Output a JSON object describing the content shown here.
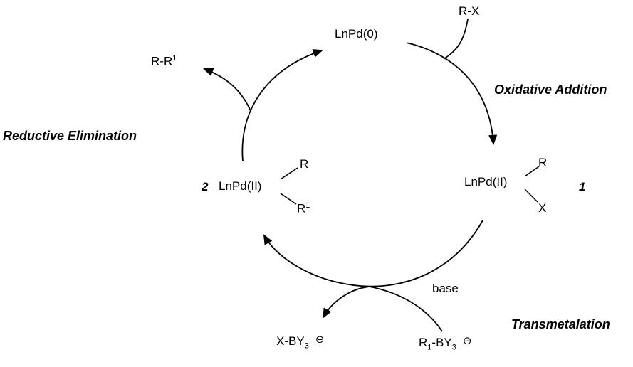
{
  "species": {
    "pd0": "LnPd(0)",
    "rx": "R-X",
    "product": {
      "base": "R-R",
      "sup": "1"
    },
    "int1": {
      "number": "1",
      "label": "LnPd(II)",
      "ligand_top": "R",
      "ligand_bottom": "X"
    },
    "int2": {
      "number": "2",
      "label": "LnPd(II)",
      "ligand_top": "R",
      "ligand_bottom": {
        "base": "R",
        "sup": "1"
      }
    },
    "base_reagent": "base",
    "boronate_out": {
      "base": "X-BY",
      "sub": "3",
      "charge": "⊖"
    },
    "boronate_in": {
      "base": "R",
      "sub1": "1",
      "mid": "-BY",
      "sub2": "3",
      "charge": "⊖"
    }
  },
  "steps": {
    "oxidative_addition": "Oxidative Addition",
    "transmetalation": "Transmetalation",
    "reductive_elimination": "Reductive Elimination"
  },
  "colors": {
    "ink": "#000000",
    "background": "#ffffff"
  }
}
